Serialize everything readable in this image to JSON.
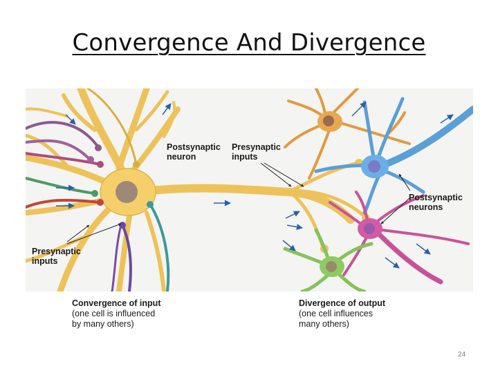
{
  "slide": {
    "title": "Convergence And Divergence",
    "page_number": "24"
  },
  "diagram": {
    "labels": {
      "postsynaptic_neuron": [
        "Postsynaptic",
        "neuron"
      ],
      "presynaptic_inputs_top": [
        "Presynaptic",
        "inputs"
      ],
      "presynaptic_inputs_left": [
        "Presynaptic",
        "inputs"
      ],
      "postsynaptic_neurons": [
        "Postsynaptic",
        "neurons"
      ]
    },
    "captions": {
      "convergence": {
        "heading": "Convergence of input",
        "line1": "(one cell is influenced",
        "line2": "by many others)"
      },
      "divergence": {
        "heading": "Divergence of output",
        "line1": "(one cell influences",
        "line2": "many others)"
      }
    },
    "colors": {
      "central_neuron": "#f5cf6a",
      "orange_neuron": "#e29a3e",
      "blue_neuron": "#5a9fd8",
      "magenta_neuron": "#c8529a",
      "green_neuron": "#86c25a",
      "nucleus": "#a08878",
      "arrows": "#2a5fa8"
    }
  }
}
